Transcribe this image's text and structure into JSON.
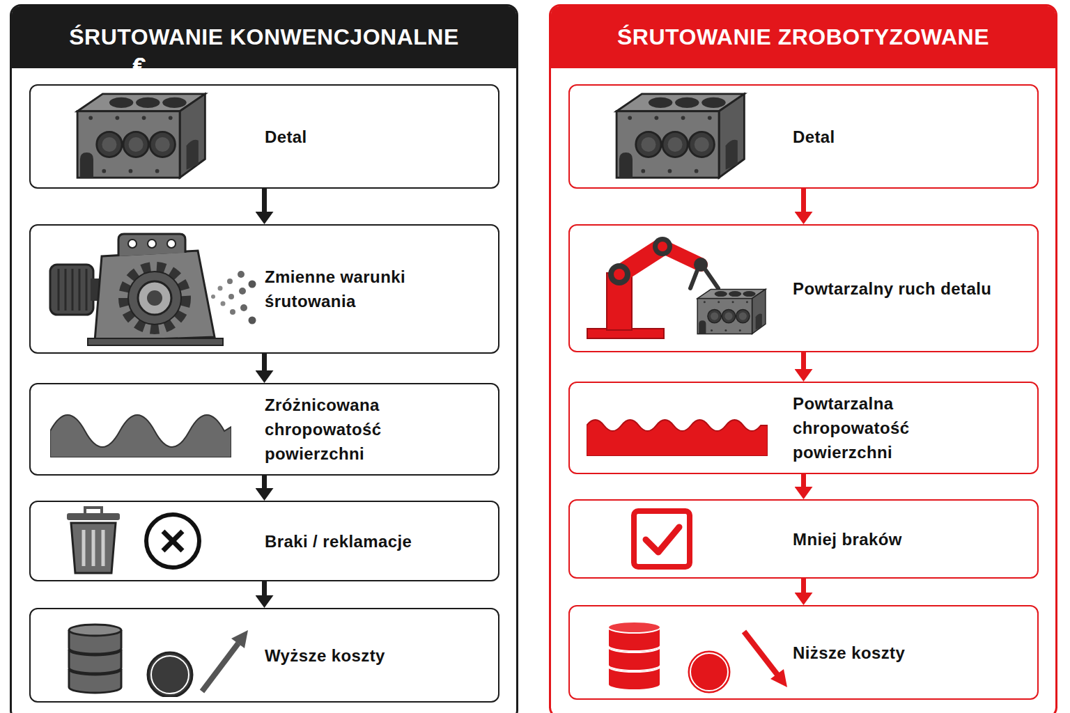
{
  "diagram": {
    "nodes": [
      {
        "text": [
          "ŚRUTOWANIE KONWENCJONALNE"
        ]
      },
      {
        "text": [
          "Detal"
        ],
        "in": 0
      },
      {
        "text": [
          "Zmienne warunki śrutowania"
        ],
        "in": 0
      },
      {
        "text": [
          "Zróżnicowana chropowatość powierzchni"
        ],
        "in": 0
      },
      {
        "text": [
          "Braki / reklamacje"
        ],
        "in": 0
      },
      {
        "text": [
          "Wyższe koszty"
        ],
        "in": 0
      },
      {
        "text": [
          "ŚRUTOWANIE ZROBOTYZOWANE"
        ]
      },
      {
        "text": [
          "Detal"
        ],
        "in": 6
      },
      {
        "text": [
          "Powtarzalny ruch detalu"
        ],
        "in": 6
      },
      {
        "text": [
          "Powtarzalna chropowatość powierzchni"
        ],
        "in": 6
      },
      {
        "text": [
          "Mniej braków"
        ],
        "in": 6
      },
      {
        "text": [
          "Niższe koszty"
        ],
        "in": 6
      }
    ],
    "edges": [
      {
        "from": 1,
        "to": 2,
        "arrow": "to"
      },
      {
        "from": 2,
        "to": 3,
        "arrow": "to"
      },
      {
        "from": 3,
        "to": 4,
        "arrow": "to"
      },
      {
        "from": 4,
        "to": 5,
        "arrow": "to"
      },
      {
        "from": 7,
        "to": 8,
        "arrow": "to"
      },
      {
        "from": 8,
        "to": 9,
        "arrow": "to"
      },
      {
        "from": 9,
        "to": 10,
        "arrow": "to"
      },
      {
        "from": 10,
        "to": 11,
        "arrow": "to"
      }
    ],
    "labels": [
      "€",
      "€"
    ]
  }
}
